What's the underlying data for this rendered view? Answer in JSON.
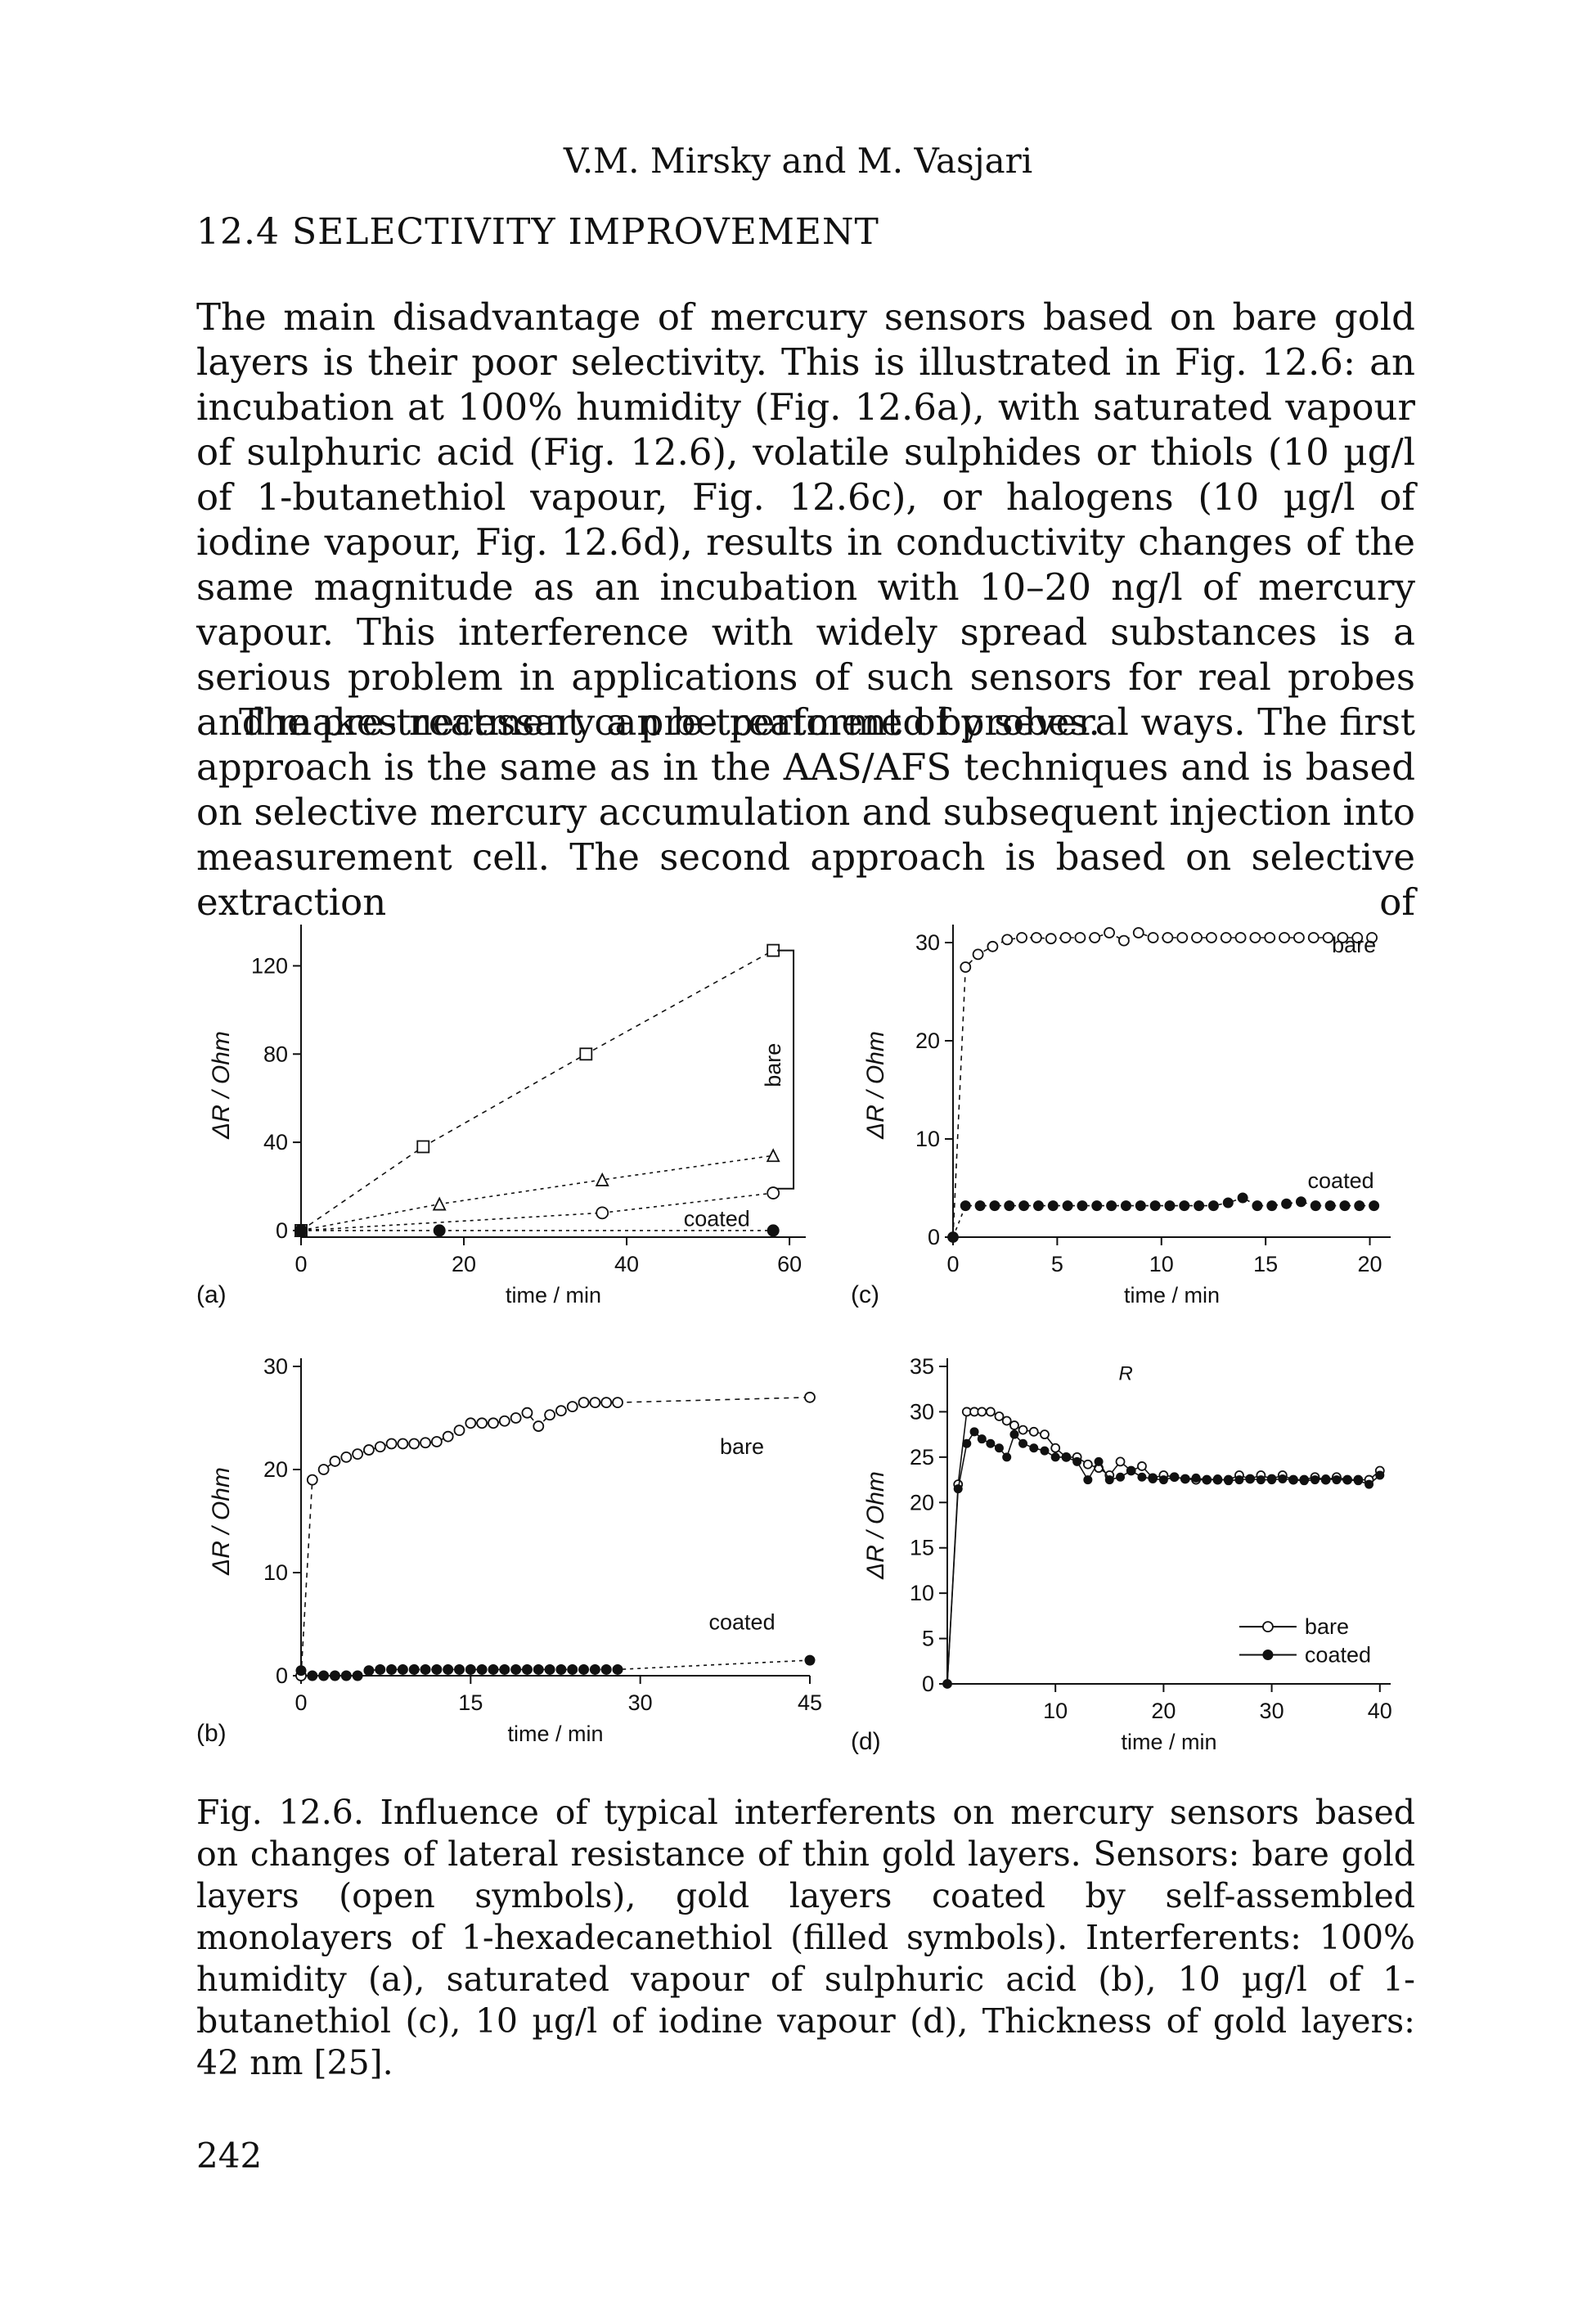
{
  "header": "V.M. Mirsky and M. Vasjari",
  "section_title": "12.4 SELECTIVITY IMPROVEMENT",
  "paragraphs": [
    "The main disadvantage of mercury sensors based on bare gold layers is their poor selectivity. This is illustrated in Fig. 12.6: an incubation at 100% humidity (Fig. 12.6a), with saturated vapour of sulphuric acid (Fig. 12.6), volatile sulphides or thiols (10 µg/l of 1-butanethiol vapour, Fig. 12.6c), or halogens (10 µg/l of iodine vapour, Fig. 12.6d), results in conductivity changes of the same magnitude as an incubation with 10–20 ng/l of mercury vapour. This interference with widely spread substances is a serious problem in applications of such sensors for real probes and makes necessary a pre-treatment of probes.",
    "The pre-treatment can be performed by several ways. The first approach is the same as in the AAS/AFS techniques and is based on selective mercury accumulation and subsequent injection into measurement cell. The second approach is based on selective extraction of"
  ],
  "caption": "Fig. 12.6. Influence of typical interferents on mercury sensors based on changes of lateral resistance of thin gold layers. Sensors: bare gold layers (open symbols), gold layers coated by self-assembled monolayers of 1-hexadecanethiol (filled symbols). Interferents: 100% humidity (a), saturated vapour of sulphuric acid (b), 10 µg/l of 1-butanethiol (c), 10 µg/l of iodine vapour (d), Thickness of gold layers: 42 nm [25].",
  "page_number": "242",
  "colors": {
    "ink": "#111111",
    "background": "#ffffff"
  },
  "chart_data": [
    {
      "panel": "(a)",
      "type": "scatter",
      "xlabel": "time / min",
      "ylabel": "ΔR / Ohm",
      "xlim": [
        0,
        62
      ],
      "ylim": [
        -3,
        135
      ],
      "xticks": [
        0,
        20,
        40,
        60
      ],
      "yticks": [
        0,
        40,
        80,
        120
      ],
      "bracket_label": "bare",
      "series": [
        {
          "name": "bare",
          "marker": "open-square",
          "x": [
            0,
            15,
            35,
            58
          ],
          "y": [
            0,
            38,
            80,
            127
          ]
        },
        {
          "name": "",
          "marker": "open-triangle",
          "x": [
            0,
            17,
            37,
            58
          ],
          "y": [
            0,
            12,
            23,
            34
          ]
        },
        {
          "name": "",
          "marker": "open-circle",
          "x": [
            0,
            37,
            58
          ],
          "y": [
            0,
            8,
            17
          ]
        },
        {
          "name": "coated",
          "marker": "filled-circle",
          "x": [
            0,
            17,
            58
          ],
          "y": [
            0,
            0,
            0
          ]
        }
      ]
    },
    {
      "panel": "(b)",
      "type": "scatter",
      "xlabel": "time / min",
      "ylabel": "ΔR / Ohm",
      "xlim": [
        0,
        45
      ],
      "ylim": [
        0,
        30
      ],
      "xticks": [
        0,
        15,
        30,
        45
      ],
      "yticks": [
        0,
        10,
        20,
        30
      ],
      "series": [
        {
          "name": "bare",
          "marker": "open-circle",
          "x": [
            0,
            1,
            2,
            3,
            4,
            5,
            6,
            7,
            8,
            9,
            10,
            11,
            12,
            13,
            14,
            15,
            16,
            17,
            18,
            19,
            20,
            21,
            22,
            23,
            24,
            25,
            26,
            27,
            28,
            45
          ],
          "y": [
            0,
            19,
            20,
            20.8,
            21.2,
            21.5,
            21.9,
            22.2,
            22.5,
            22.5,
            22.5,
            22.6,
            22.7,
            23.2,
            23.8,
            24.5,
            24.5,
            24.5,
            24.7,
            25,
            25.5,
            24.2,
            25.3,
            25.7,
            26.1,
            26.5,
            26.5,
            26.5,
            26.5,
            27
          ]
        },
        {
          "name": "coated",
          "marker": "filled-circle",
          "x": [
            0,
            1,
            2,
            3,
            4,
            5,
            6,
            7,
            8,
            9,
            10,
            11,
            12,
            13,
            14,
            15,
            16,
            17,
            18,
            19,
            20,
            21,
            22,
            23,
            24,
            25,
            26,
            27,
            28,
            45
          ],
          "y": [
            0.5,
            0,
            0,
            0,
            0,
            0,
            0.5,
            0.6,
            0.6,
            0.6,
            0.6,
            0.6,
            0.6,
            0.6,
            0.6,
            0.6,
            0.6,
            0.6,
            0.6,
            0.6,
            0.6,
            0.6,
            0.6,
            0.6,
            0.6,
            0.6,
            0.6,
            0.6,
            0.6,
            1.5
          ]
        }
      ]
    },
    {
      "panel": "(c)",
      "type": "scatter",
      "xlabel": "time / min",
      "ylabel": "ΔR / Ohm",
      "xlim": [
        0,
        21
      ],
      "ylim": [
        0,
        31
      ],
      "xticks": [
        0,
        5,
        10,
        15,
        20
      ],
      "yticks": [
        0,
        10,
        20,
        30
      ],
      "series": [
        {
          "name": "bare",
          "marker": "open-circle",
          "x": [
            0,
            0.6,
            1.2,
            1.9,
            2.6,
            3.3,
            4.0,
            4.7,
            5.4,
            6.1,
            6.8,
            7.5,
            8.2,
            8.9,
            9.6,
            10.3,
            11.0,
            11.7,
            12.4,
            13.1,
            13.8,
            14.5,
            15.2,
            15.9,
            16.6,
            17.3,
            18.0,
            18.7,
            19.4,
            20.1
          ],
          "y": [
            0,
            27.5,
            28.8,
            29.6,
            30.3,
            30.5,
            30.5,
            30.4,
            30.5,
            30.5,
            30.5,
            31,
            30.2,
            31,
            30.5,
            30.5,
            30.5,
            30.5,
            30.5,
            30.5,
            30.5,
            30.5,
            30.5,
            30.5,
            30.5,
            30.5,
            30.5,
            30.5,
            30.5,
            30.5
          ]
        },
        {
          "name": "coated",
          "marker": "filled-circle",
          "x": [
            0,
            0.6,
            1.3,
            2.0,
            2.7,
            3.4,
            4.1,
            4.8,
            5.5,
            6.2,
            6.9,
            7.6,
            8.3,
            9.0,
            9.7,
            10.4,
            11.1,
            11.8,
            12.5,
            13.2,
            13.9,
            14.6,
            15.3,
            16.0,
            16.7,
            17.4,
            18.1,
            18.8,
            19.5,
            20.2
          ],
          "y": [
            0,
            3.2,
            3.2,
            3.2,
            3.2,
            3.2,
            3.2,
            3.2,
            3.2,
            3.2,
            3.2,
            3.2,
            3.2,
            3.2,
            3.2,
            3.2,
            3.2,
            3.2,
            3.2,
            3.5,
            4.0,
            3.2,
            3.2,
            3.4,
            3.6,
            3.2,
            3.2,
            3.2,
            3.2,
            3.2
          ]
        }
      ]
    },
    {
      "panel": "(d)",
      "type": "line",
      "xlabel": "time / min",
      "ylabel": "ΔR / Ohm",
      "annotation": "R",
      "xlim": [
        0,
        41
      ],
      "ylim": [
        0,
        35
      ],
      "xticks": [
        10,
        20,
        30,
        40
      ],
      "yticks": [
        0,
        5,
        10,
        15,
        20,
        25,
        30,
        35
      ],
      "legend": "right",
      "series": [
        {
          "name": "bare",
          "marker": "open-circle",
          "x": [
            0,
            1,
            1.8,
            2.5,
            3.2,
            4,
            4.8,
            5.5,
            6.2,
            7,
            8,
            9,
            10,
            11,
            12,
            13,
            14,
            15,
            16,
            17,
            18,
            19,
            20,
            21,
            22,
            23,
            24,
            25,
            26,
            27,
            28,
            29,
            30,
            31,
            32,
            33,
            34,
            35,
            36,
            37,
            38,
            39,
            40
          ],
          "y": [
            0,
            22,
            30,
            30,
            30,
            30,
            29.5,
            29,
            28.5,
            28,
            27.8,
            27.5,
            26,
            25,
            25,
            24.2,
            23.8,
            23,
            24.5,
            23.5,
            24,
            22.7,
            23,
            22.8,
            22.6,
            22.5,
            22.5,
            22.5,
            22.5,
            23,
            22.6,
            23,
            22.6,
            23,
            22.5,
            22.5,
            22.8,
            22.5,
            22.8,
            22.5,
            22.5,
            22.5,
            23.5
          ]
        },
        {
          "name": "coated",
          "marker": "filled-circle",
          "x": [
            0,
            1,
            1.8,
            2.5,
            3.2,
            4,
            4.8,
            5.5,
            6.2,
            7,
            8,
            9,
            10,
            11,
            12,
            13,
            14,
            15,
            16,
            17,
            18,
            19,
            20,
            21,
            22,
            23,
            24,
            25,
            26,
            27,
            28,
            29,
            30,
            31,
            32,
            33,
            34,
            35,
            36,
            37,
            38,
            39,
            40
          ],
          "y": [
            0,
            21.5,
            26.5,
            27.8,
            27,
            26.5,
            26,
            25,
            27.5,
            26.5,
            26,
            25.7,
            25,
            25,
            24.5,
            22.5,
            24.5,
            22.5,
            22.8,
            23.5,
            22.8,
            22.6,
            22.5,
            22.8,
            22.6,
            22.7,
            22.5,
            22.6,
            22.4,
            22.5,
            22.6,
            22.5,
            22.5,
            22.6,
            22.5,
            22.4,
            22.5,
            22.6,
            22.5,
            22.5,
            22.4,
            22,
            23
          ]
        }
      ]
    }
  ]
}
